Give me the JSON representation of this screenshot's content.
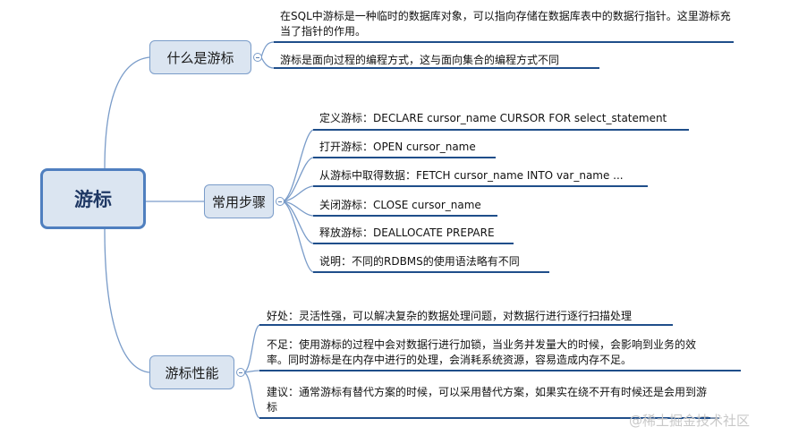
{
  "root": {
    "label": "游标"
  },
  "branches": [
    {
      "label": "什么是游标",
      "leaves": [
        "在SQL中游标是一种临时的数据库对象，可以指向存储在数据库表中的数据行指针。这里游标充当了指针的作用。",
        "游标是面向过程的编程方式，这与面向集合的编程方式不同"
      ]
    },
    {
      "label": "常用步骤",
      "leaves": [
        "定义游标：DECLARE cursor_name CURSOR FOR select_statement",
        "打开游标：OPEN cursor_name",
        "从游标中取得数据：FETCH cursor_name INTO var_name ...",
        "关闭游标：CLOSE cursor_name",
        "释放游标：DEALLOCATE PREPARE",
        "说明：不同的RDBMS的使用语法略有不同"
      ]
    },
    {
      "label": "游标性能",
      "leaves": [
        "好处：灵活性强，可以解决复杂的数据处理问题，对数据行进行逐行扫描处理",
        "不足：使用游标的过程中会对数据行进行加锁，当业务并发量大的时候，会影响到业务的效率。同时游标是在内存中进行的处理，会消耗系统资源，容易造成内存不足。",
        "建议：通常游标有替代方案的时候，可以采用替代方案，如果实在绕不开有时候还是会用到游标"
      ]
    }
  ],
  "watermark": "@稀土掘金技术社区",
  "colors": {
    "root_border": "#4f7fbf",
    "node_fill": "#dbe5f1",
    "connector": "#7a9cc9",
    "leaf_underline": "#1f4e8a"
  }
}
